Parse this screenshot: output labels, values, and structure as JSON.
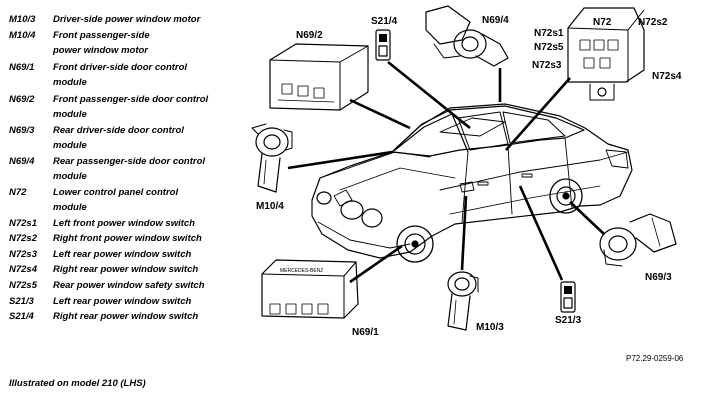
{
  "legend": [
    {
      "code": "M10/3",
      "lines": [
        "Driver-side power window motor"
      ]
    },
    {
      "code": "M10/4",
      "lines": [
        "Front passenger-side",
        "power window motor"
      ]
    },
    {
      "code": "N69/1",
      "lines": [
        "Front driver-side door control",
        "module"
      ]
    },
    {
      "code": "N69/2",
      "lines": [
        "Front passenger-side door control",
        "module"
      ]
    },
    {
      "code": "N69/3",
      "lines": [
        "Rear driver-side door control",
        "module"
      ]
    },
    {
      "code": "N69/4",
      "lines": [
        "Rear passenger-side door control",
        "module"
      ]
    },
    {
      "code": "N72",
      "lines": [
        "Lower control panel control",
        "module"
      ]
    },
    {
      "code": "N72s1",
      "lines": [
        "Left front power window switch"
      ]
    },
    {
      "code": "N72s2",
      "lines": [
        "Right front power window switch"
      ]
    },
    {
      "code": "N72s3",
      "lines": [
        "Left rear power window switch"
      ]
    },
    {
      "code": "N72s4",
      "lines": [
        "Right rear power window switch"
      ]
    },
    {
      "code": "N72s5",
      "lines": [
        "Rear power window safety switch"
      ]
    },
    {
      "code": "S21/3",
      "lines": [
        "Left rear power window switch"
      ]
    },
    {
      "code": "S21/4",
      "lines": [
        "Right rear power window switch"
      ]
    }
  ],
  "callouts": {
    "n69_2": "N69/2",
    "s21_4": "S21/4",
    "n69_4": "N69/4",
    "n72": "N72",
    "n72s1": "N72s1",
    "n72s2": "N72s2",
    "n72s5": "N72s5",
    "n72s3": "N72s3",
    "n72s4": "N72s4",
    "m10_4": "M10/4",
    "n69_3": "N69/3",
    "n69_1": "N69/1",
    "m10_3": "M10/3",
    "s21_3": "S21/3"
  },
  "module_label": "MERCEDES-BENZ",
  "doc_ref": "P72.29-0259-06",
  "footer": "Illustrated on model 210 (LHS)"
}
